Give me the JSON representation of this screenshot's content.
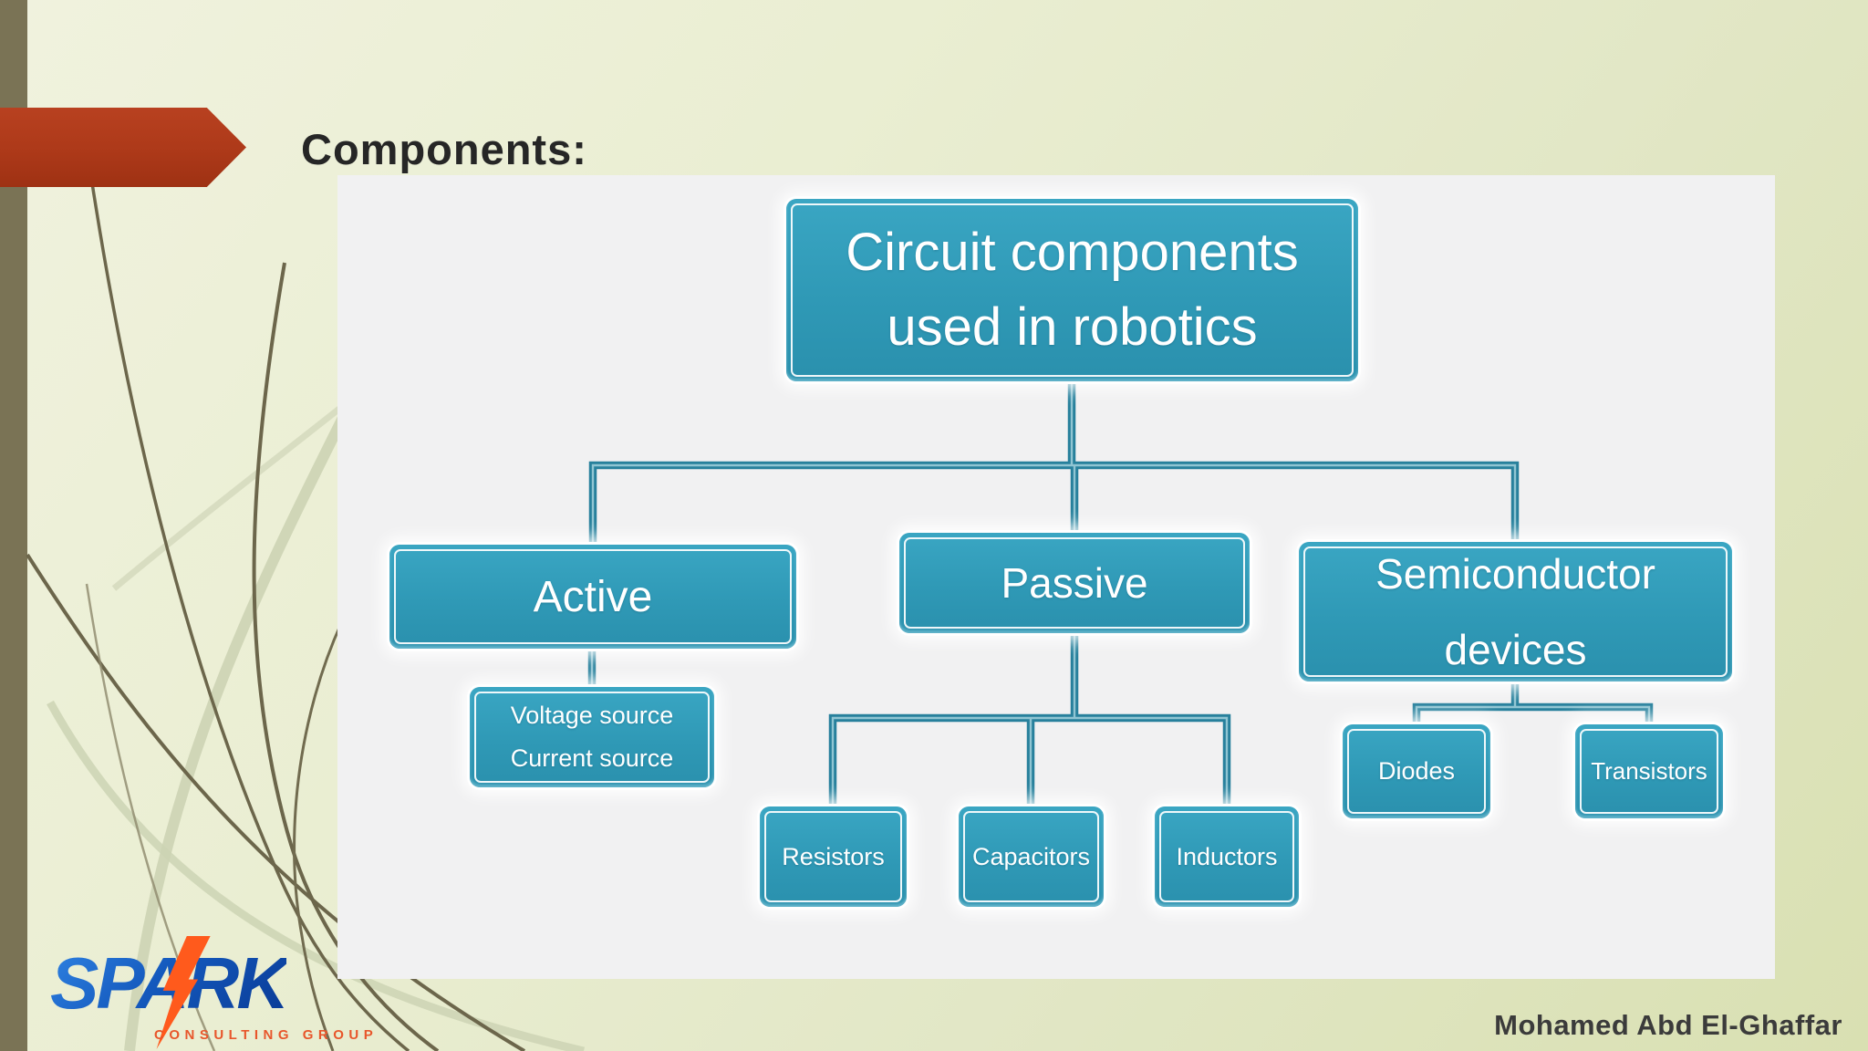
{
  "slide": {
    "title": "Components:",
    "footer_author": "Mohamed Abd El-Ghaffar"
  },
  "logo": {
    "brand": "SPARK",
    "tagline": "CONSULTING GROUP"
  },
  "diagram": {
    "type": "hierarchy",
    "root": {
      "label": "Circuit components used in robotics"
    },
    "level1": [
      {
        "id": "active",
        "label": "Active"
      },
      {
        "id": "passive",
        "label": "Passive"
      },
      {
        "id": "semiconductor",
        "label": "Semiconductor devices"
      }
    ],
    "active_children": [
      {
        "label": "Voltage source"
      },
      {
        "label": "Current source"
      }
    ],
    "passive_children": [
      {
        "label": "Resistors"
      },
      {
        "label": "Capacitors"
      },
      {
        "label": "Inductors"
      }
    ],
    "semiconductor_children": [
      {
        "label": "Diodes"
      },
      {
        "label": "Transistors"
      }
    ]
  },
  "colors": {
    "node_fill": "#2f99b6",
    "connector": "#27809c",
    "connector_highlight": "#90c5d3",
    "panel_background": "#f1f1f2",
    "slide_background": "#e7ebcc",
    "left_stripe": "#7a7355",
    "arrow_red": "#ad3919",
    "title_text": "#262626",
    "brand_blue": "#1459bd",
    "brand_orange": "#e8562b",
    "stem_dark_olive": "#6c664b",
    "stem_light_sage": "#cdd3b4"
  }
}
